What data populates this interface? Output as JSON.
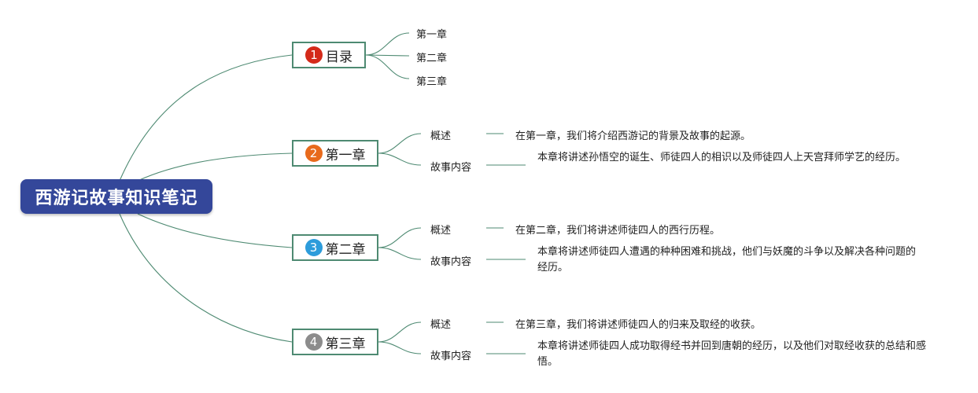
{
  "root": {
    "title": "西游记故事知识笔记"
  },
  "branches": [
    {
      "number": "1",
      "label": "目录",
      "badge_color": "#d42a1a"
    },
    {
      "number": "2",
      "label": "第一章",
      "badge_color": "#e86a1c"
    },
    {
      "number": "3",
      "label": "第二章",
      "badge_color": "#2d9cdb"
    },
    {
      "number": "4",
      "label": "第三章",
      "badge_color": "#8c8c8c"
    }
  ],
  "toc": {
    "items": [
      "第一章",
      "第二章",
      "第三章"
    ]
  },
  "chapters": [
    {
      "overview_label": "概述",
      "overview_text": "在第一章，我们将介绍西游记的背景及故事的起源。",
      "story_label": "故事内容",
      "story_text": "本章将讲述孙悟空的诞生、师徒四人的相识以及师徒四人上天宫拜师学艺的经历。"
    },
    {
      "overview_label": "概述",
      "overview_text": "在第二章，我们将讲述师徒四人的西行历程。",
      "story_label": "故事内容",
      "story_text": "本章将讲述师徒四人遭遇的种种困难和挑战，他们与妖魔的斗争以及解决各种问题的经历。"
    },
    {
      "overview_label": "概述",
      "overview_text": "在第三章，我们将讲述师徒四人的归来及取经的收获。",
      "story_label": "故事内容",
      "story_text": "本章将讲述师徒四人成功取得经书并回到唐朝的经历，以及他们对取经收获的总结和感悟。"
    }
  ],
  "colors": {
    "connector": "#4e8a72",
    "root_bg": "#34479a"
  }
}
